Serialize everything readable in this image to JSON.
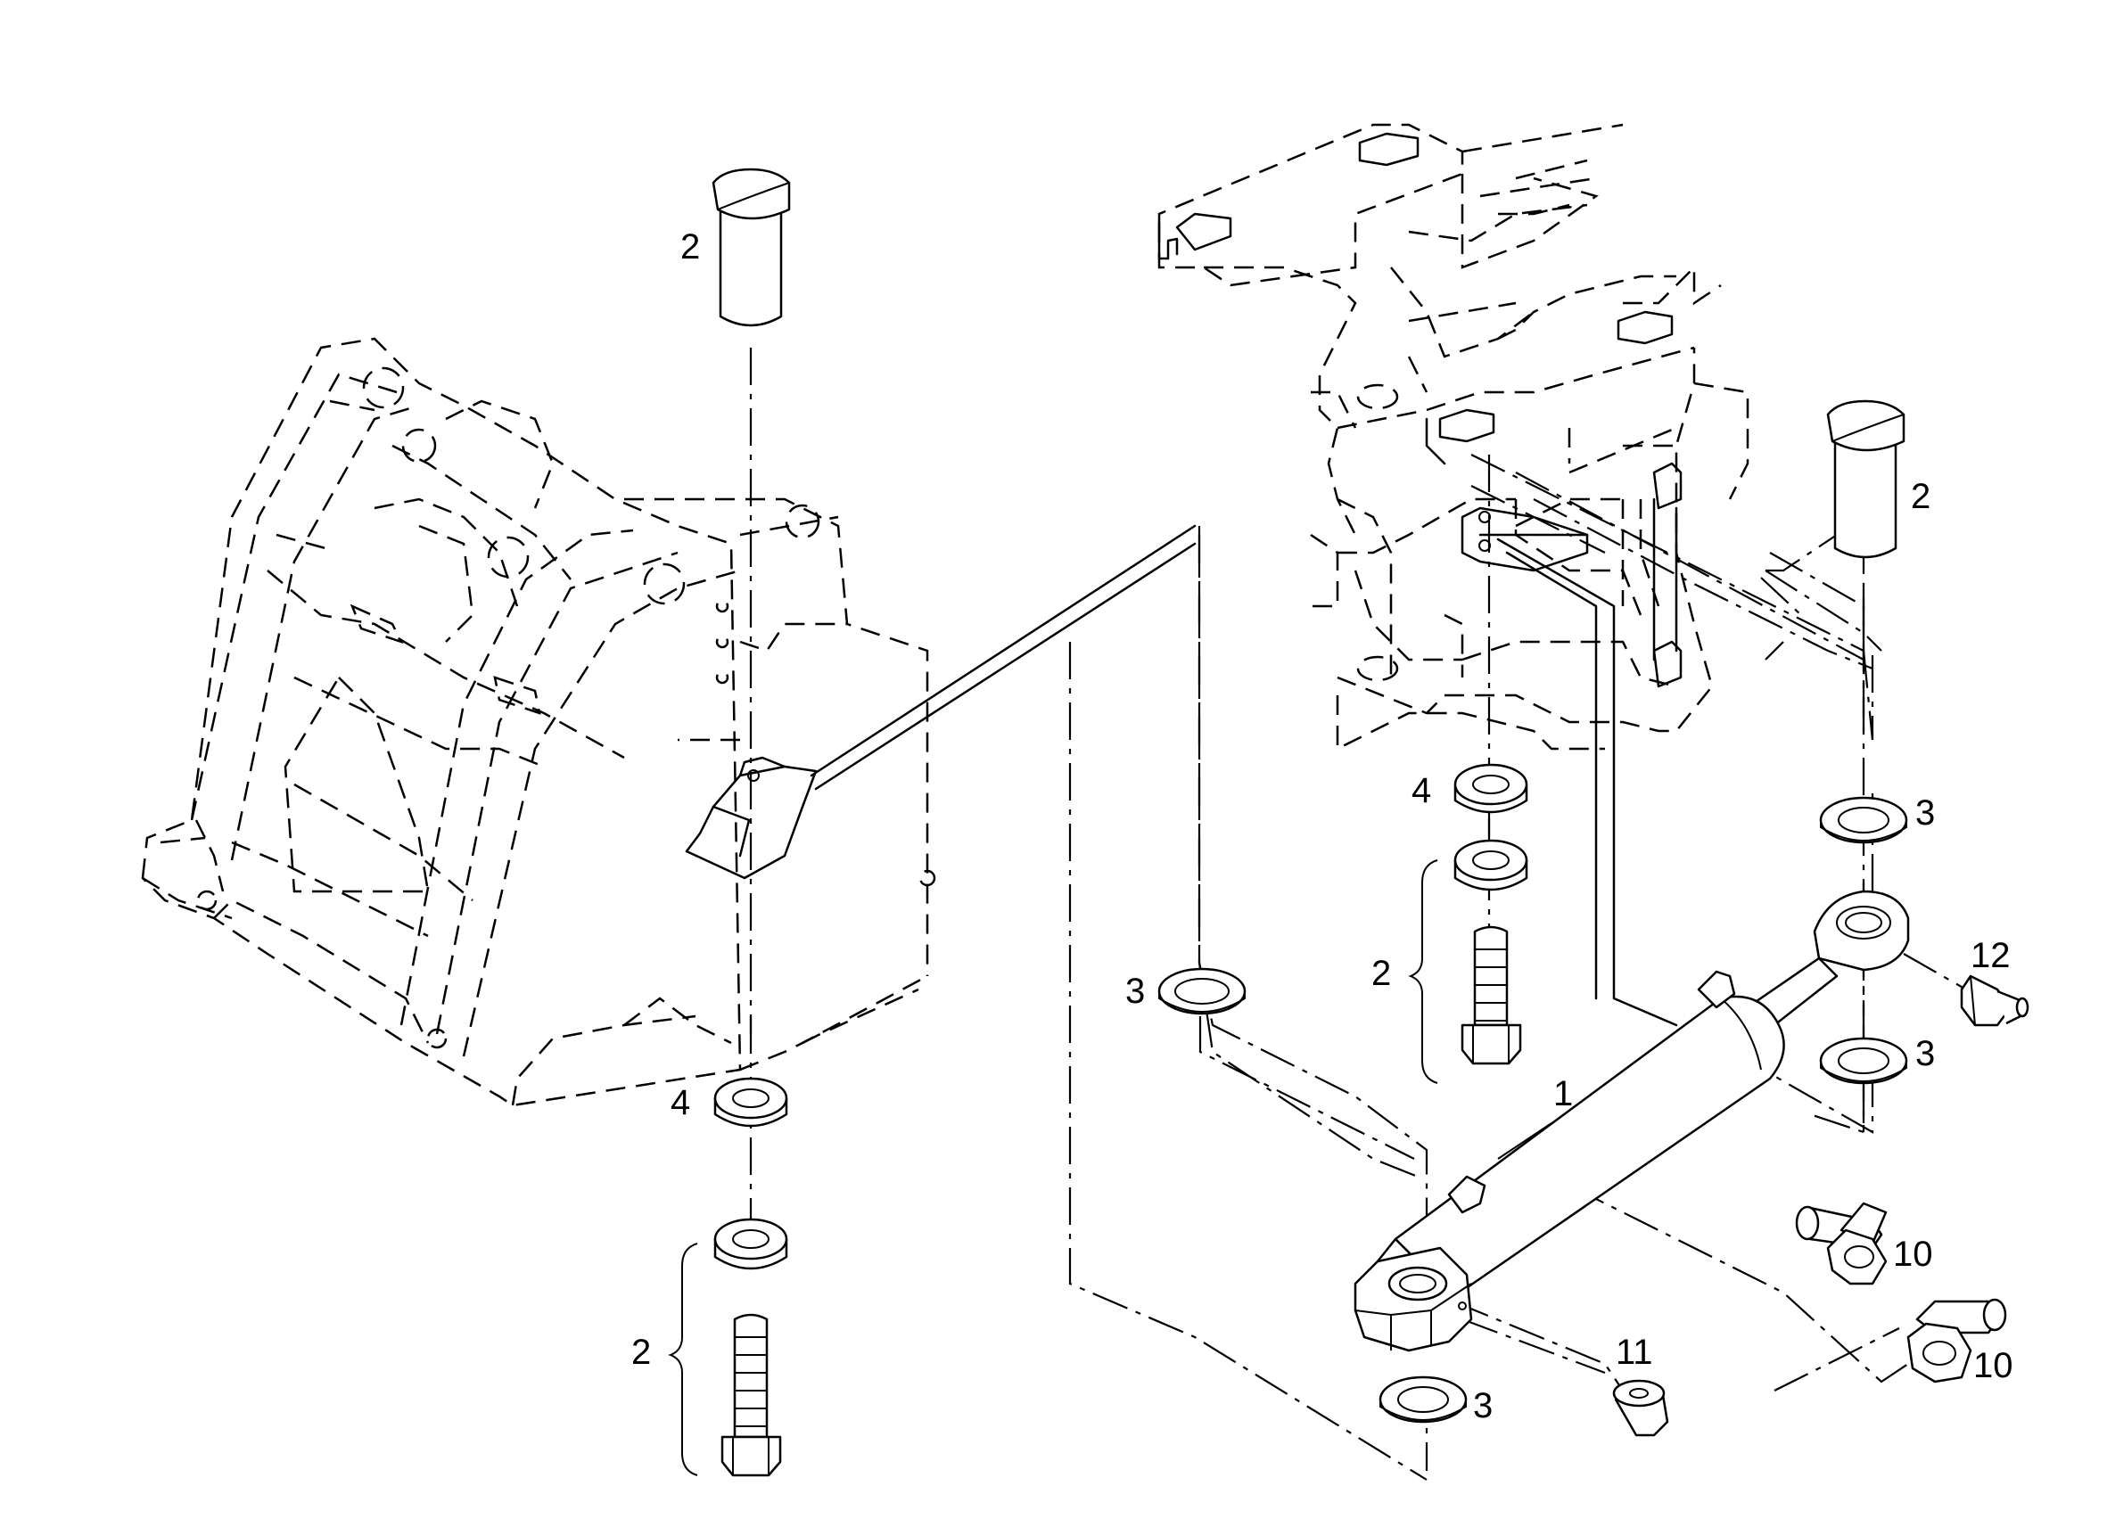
{
  "callouts": {
    "pin_top_left": "2",
    "pin_top_right": "2",
    "bolt_left": "2",
    "bolt_right": "2",
    "washer_mid_left": "3",
    "washer_upper_right": "3",
    "washer_lower_right": "3",
    "washer_bottom": "3",
    "spacer_left": "4",
    "spacer_right": "4",
    "cylinder": "1",
    "fitting_upper": "10",
    "fitting_lower": "10",
    "plug": "11",
    "grease_nipple": "12"
  }
}
